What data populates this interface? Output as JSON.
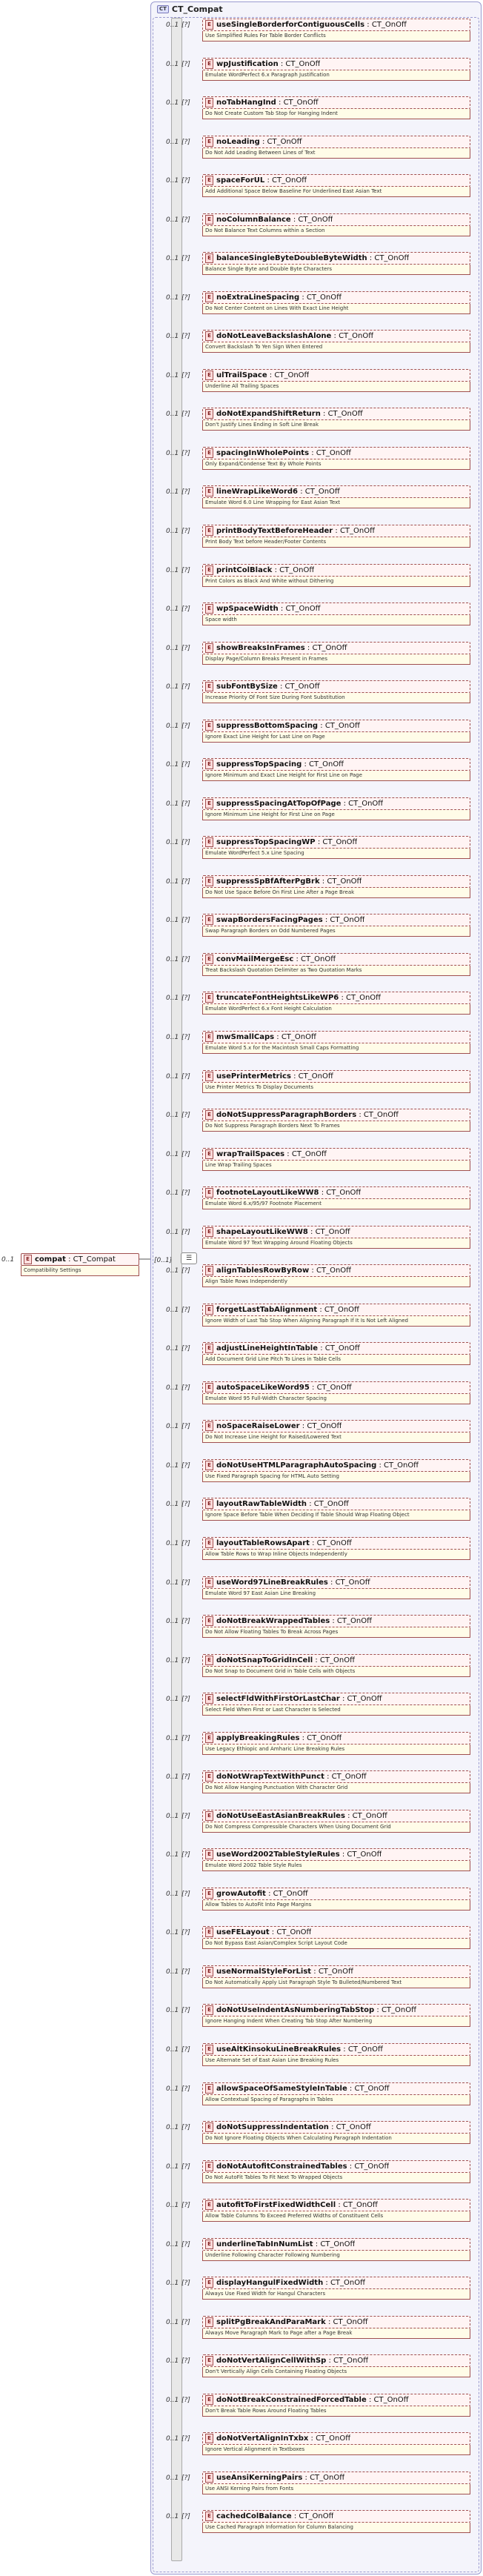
{
  "root": {
    "multiplicity": "0..1",
    "name": "compat",
    "type": "CT_Compat",
    "doc": "Compatibility Settings"
  },
  "complex_type": {
    "name": "CT_Compat",
    "icon_label": "CT"
  },
  "sequence": {
    "multiplicity": "[0..1]",
    "icon": "sequence-icon"
  },
  "element_icon_label": "E",
  "elements": [
    {
      "m": "0..1",
      "name": "useSingleBorderforContiguousCells",
      "type": "CT_OnOff",
      "doc": "Use Simplified Rules For Table Border Conflicts"
    },
    {
      "m": "0..1",
      "name": "wpJustification",
      "type": "CT_OnOff",
      "doc": "Emulate WordPerfect 6.x Paragraph Justification"
    },
    {
      "m": "0..1",
      "name": "noTabHangInd",
      "type": "CT_OnOff",
      "doc": "Do Not Create Custom Tab Stop for Hanging Indent"
    },
    {
      "m": "0..1",
      "name": "noLeading",
      "type": "CT_OnOff",
      "doc": "Do Not Add Leading Between Lines of Text"
    },
    {
      "m": "0..1",
      "name": "spaceForUL",
      "type": "CT_OnOff",
      "doc": "Add Additional Space Below Baseline For Underlined East Asian Text"
    },
    {
      "m": "0..1",
      "name": "noColumnBalance",
      "type": "CT_OnOff",
      "doc": "Do Not Balance Text Columns within a Section"
    },
    {
      "m": "0..1",
      "name": "balanceSingleByteDoubleByteWidth",
      "type": "CT_OnOff",
      "doc": "Balance Single Byte and Double Byte Characters"
    },
    {
      "m": "0..1",
      "name": "noExtraLineSpacing",
      "type": "CT_OnOff",
      "doc": "Do Not Center Content on Lines With Exact Line Height"
    },
    {
      "m": "0..1",
      "name": "doNotLeaveBackslashAlone",
      "type": "CT_OnOff",
      "doc": "Convert Backslash To Yen Sign When Entered"
    },
    {
      "m": "0..1",
      "name": "ulTrailSpace",
      "type": "CT_OnOff",
      "doc": "Underline All Trailing Spaces"
    },
    {
      "m": "0..1",
      "name": "doNotExpandShiftReturn",
      "type": "CT_OnOff",
      "doc": "Don't Justify Lines Ending in Soft Line Break"
    },
    {
      "m": "0..1",
      "name": "spacingInWholePoints",
      "type": "CT_OnOff",
      "doc": "Only Expand/Condense Text By Whole Points"
    },
    {
      "m": "0..1",
      "name": "lineWrapLikeWord6",
      "type": "CT_OnOff",
      "doc": "Emulate Word 6.0 Line Wrapping for East Asian Text"
    },
    {
      "m": "0..1",
      "name": "printBodyTextBeforeHeader",
      "type": "CT_OnOff",
      "doc": "Print Body Text before Header/Footer Contents"
    },
    {
      "m": "0..1",
      "name": "printColBlack",
      "type": "CT_OnOff",
      "doc": "Print Colors as Black And White without Dithering"
    },
    {
      "m": "0..1",
      "name": "wpSpaceWidth",
      "type": "CT_OnOff",
      "doc": "Space width"
    },
    {
      "m": "0..1",
      "name": "showBreaksInFrames",
      "type": "CT_OnOff",
      "doc": "Display Page/Column Breaks Present in Frames"
    },
    {
      "m": "0..1",
      "name": "subFontBySize",
      "type": "CT_OnOff",
      "doc": "Increase Priority Of Font Size During Font Substitution"
    },
    {
      "m": "0..1",
      "name": "suppressBottomSpacing",
      "type": "CT_OnOff",
      "doc": "Ignore Exact Line Height for Last Line on Page"
    },
    {
      "m": "0..1",
      "name": "suppressTopSpacing",
      "type": "CT_OnOff",
      "doc": "Ignore Minimum and Exact Line Height for First Line on Page"
    },
    {
      "m": "0..1",
      "name": "suppressSpacingAtTopOfPage",
      "type": "CT_OnOff",
      "doc": "Ignore Minimum Line Height for First Line on Page"
    },
    {
      "m": "0..1",
      "name": "suppressTopSpacingWP",
      "type": "CT_OnOff",
      "doc": "Emulate WordPerfect 5.x Line Spacing"
    },
    {
      "m": "0..1",
      "name": "suppressSpBfAfterPgBrk",
      "type": "CT_OnOff",
      "doc": "Do Not Use Space Before On First Line After a Page Break"
    },
    {
      "m": "0..1",
      "name": "swapBordersFacingPages",
      "type": "CT_OnOff",
      "doc": "Swap Paragraph Borders on Odd Numbered Pages"
    },
    {
      "m": "0..1",
      "name": "convMailMergeEsc",
      "type": "CT_OnOff",
      "doc": "Treat Backslash Quotation Delimiter as Two Quotation Marks"
    },
    {
      "m": "0..1",
      "name": "truncateFontHeightsLikeWP6",
      "type": "CT_OnOff",
      "doc": "Emulate WordPerfect 6.x Font Height Calculation"
    },
    {
      "m": "0..1",
      "name": "mwSmallCaps",
      "type": "CT_OnOff",
      "doc": "Emulate Word 5.x for the Macintosh Small Caps Formatting"
    },
    {
      "m": "0..1",
      "name": "usePrinterMetrics",
      "type": "CT_OnOff",
      "doc": "Use Printer Metrics To Display Documents"
    },
    {
      "m": "0..1",
      "name": "doNotSuppressParagraphBorders",
      "type": "CT_OnOff",
      "doc": "Do Not Suppress Paragraph Borders Next To Frames"
    },
    {
      "m": "0..1",
      "name": "wrapTrailSpaces",
      "type": "CT_OnOff",
      "doc": "Line Wrap Trailing Spaces"
    },
    {
      "m": "0..1",
      "name": "footnoteLayoutLikeWW8",
      "type": "CT_OnOff",
      "doc": "Emulate Word 6.x/95/97 Footnote Placement"
    },
    {
      "m": "0..1",
      "name": "shapeLayoutLikeWW8",
      "type": "CT_OnOff",
      "doc": "Emulate Word 97 Text Wrapping Around Floating Objects"
    },
    {
      "m": "0..1",
      "name": "alignTablesRowByRow",
      "type": "CT_OnOff",
      "doc": "Align Table Rows Independently"
    },
    {
      "m": "0..1",
      "name": "forgetLastTabAlignment",
      "type": "CT_OnOff",
      "doc": "Ignore Width of Last Tab Stop When Aligning Paragraph If It Is Not Left Aligned"
    },
    {
      "m": "0..1",
      "name": "adjustLineHeightInTable",
      "type": "CT_OnOff",
      "doc": "Add Document Grid Line Pitch To Lines in Table Cells"
    },
    {
      "m": "0..1",
      "name": "autoSpaceLikeWord95",
      "type": "CT_OnOff",
      "doc": "Emulate Word 95 Full-Width Character Spacing"
    },
    {
      "m": "0..1",
      "name": "noSpaceRaiseLower",
      "type": "CT_OnOff",
      "doc": "Do Not Increase Line Height for Raised/Lowered Text"
    },
    {
      "m": "0..1",
      "name": "doNotUseHTMLParagraphAutoSpacing",
      "type": "CT_OnOff",
      "doc": "Use Fixed Paragraph Spacing for HTML Auto Setting"
    },
    {
      "m": "0..1",
      "name": "layoutRawTableWidth",
      "type": "CT_OnOff",
      "doc": "Ignore Space Before Table When Deciding If Table Should Wrap Floating Object"
    },
    {
      "m": "0..1",
      "name": "layoutTableRowsApart",
      "type": "CT_OnOff",
      "doc": "Allow Table Rows to Wrap Inline Objects Independently"
    },
    {
      "m": "0..1",
      "name": "useWord97LineBreakRules",
      "type": "CT_OnOff",
      "doc": "Emulate Word 97 East Asian Line Breaking"
    },
    {
      "m": "0..1",
      "name": "doNotBreakWrappedTables",
      "type": "CT_OnOff",
      "doc": "Do Not Allow Floating Tables To Break Across Pages"
    },
    {
      "m": "0..1",
      "name": "doNotSnapToGridInCell",
      "type": "CT_OnOff",
      "doc": "Do Not Snap to Document Grid in Table Cells with Objects"
    },
    {
      "m": "0..1",
      "name": "selectFldWithFirstOrLastChar",
      "type": "CT_OnOff",
      "doc": "Select Field When First or Last Character Is Selected"
    },
    {
      "m": "0..1",
      "name": "applyBreakingRules",
      "type": "CT_OnOff",
      "doc": "Use Legacy Ethiopic and Amharic Line Breaking Rules"
    },
    {
      "m": "0..1",
      "name": "doNotWrapTextWithPunct",
      "type": "CT_OnOff",
      "doc": "Do Not Allow Hanging Punctuation With Character Grid"
    },
    {
      "m": "0..1",
      "name": "doNotUseEastAsianBreakRules",
      "type": "CT_OnOff",
      "doc": "Do Not Compress Compressible Characters When Using Document Grid"
    },
    {
      "m": "0..1",
      "name": "useWord2002TableStyleRules",
      "type": "CT_OnOff",
      "doc": "Emulate Word 2002 Table Style Rules"
    },
    {
      "m": "0..1",
      "name": "growAutofit",
      "type": "CT_OnOff",
      "doc": "Allow Tables to AutoFit Into Page Margins"
    },
    {
      "m": "0..1",
      "name": "useFELayout",
      "type": "CT_OnOff",
      "doc": "Do Not Bypass East Asian/Complex Script Layout Code"
    },
    {
      "m": "0..1",
      "name": "useNormalStyleForList",
      "type": "CT_OnOff",
      "doc": "Do Not Automatically Apply List Paragraph Style To Bulleted/Numbered Text"
    },
    {
      "m": "0..1",
      "name": "doNotUseIndentAsNumberingTabStop",
      "type": "CT_OnOff",
      "doc": "Ignore Hanging Indent When Creating Tab Stop After Numbering"
    },
    {
      "m": "0..1",
      "name": "useAltKinsokuLineBreakRules",
      "type": "CT_OnOff",
      "doc": "Use Alternate Set of East Asian Line Breaking Rules"
    },
    {
      "m": "0..1",
      "name": "allowSpaceOfSameStyleInTable",
      "type": "CT_OnOff",
      "doc": "Allow Contextual Spacing of Paragraphs in Tables"
    },
    {
      "m": "0..1",
      "name": "doNotSuppressIndentation",
      "type": "CT_OnOff",
      "doc": "Do Not Ignore Floating Objects When Calculating Paragraph Indentation"
    },
    {
      "m": "0..1",
      "name": "doNotAutofitConstrainedTables",
      "type": "CT_OnOff",
      "doc": "Do Not AutoFit Tables To Fit Next To Wrapped Objects"
    },
    {
      "m": "0..1",
      "name": "autofitToFirstFixedWidthCell",
      "type": "CT_OnOff",
      "doc": "Allow Table Columns To Exceed Preferred Widths of Constituent Cells"
    },
    {
      "m": "0..1",
      "name": "underlineTabInNumList",
      "type": "CT_OnOff",
      "doc": "Underline Following Character Following Numbering"
    },
    {
      "m": "0..1",
      "name": "displayHangulFixedWidth",
      "type": "CT_OnOff",
      "doc": "Always Use Fixed Width for Hangul Characters"
    },
    {
      "m": "0..1",
      "name": "splitPgBreakAndParaMark",
      "type": "CT_OnOff",
      "doc": "Always Move Paragraph Mark to Page after a Page Break"
    },
    {
      "m": "0..1",
      "name": "doNotVertAlignCellWithSp",
      "type": "CT_OnOff",
      "doc": "Don't Vertically Align Cells Containing Floating Objects"
    },
    {
      "m": "0..1",
      "name": "doNotBreakConstrainedForcedTable",
      "type": "CT_OnOff",
      "doc": "Don't Break Table Rows Around Floating Tables"
    },
    {
      "m": "0..1",
      "name": "doNotVertAlignInTxbx",
      "type": "CT_OnOff",
      "doc": "Ignore Vertical Alignment in Textboxes"
    },
    {
      "m": "0..1",
      "name": "useAnsiKerningPairs",
      "type": "CT_OnOff",
      "doc": "Use ANSI Kerning Pairs from Fonts"
    },
    {
      "m": "0..1",
      "name": "cachedColBalance",
      "type": "CT_OnOff",
      "doc": "Use Cached Paragraph Information for Column Balancing"
    }
  ]
}
